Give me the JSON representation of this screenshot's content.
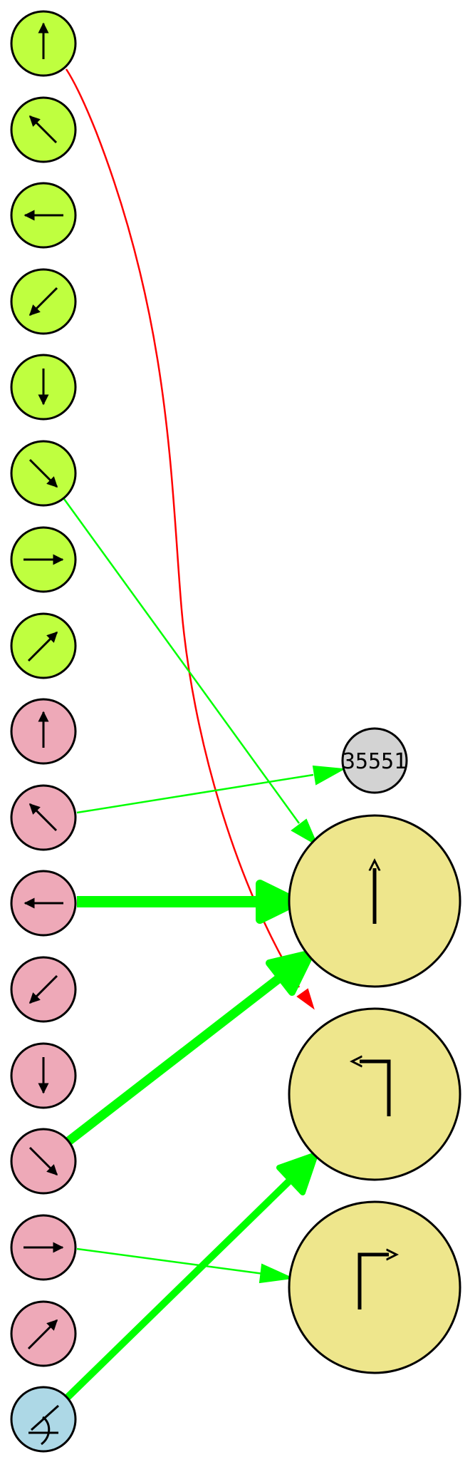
{
  "colors": {
    "green_node": "#bfff3f",
    "pink_node": "#eea9b8",
    "blue_node": "#add8e6",
    "gray_node": "#d3d3d3",
    "yellow_node": "#eee68c",
    "edge_green": "#00ff00",
    "edge_red": "#ff0000",
    "stroke": "#000000"
  },
  "nodes": {
    "gray_label": "35551"
  },
  "icons": {
    "green_column": [
      "arrow-up",
      "arrow-up-left",
      "arrow-left",
      "arrow-down-left",
      "arrow-down",
      "arrow-down-right",
      "arrow-right",
      "arrow-up-right"
    ],
    "pink_column": [
      "arrow-up",
      "arrow-up-left",
      "arrow-left",
      "arrow-down-left",
      "arrow-down",
      "arrow-down-right",
      "arrow-right",
      "arrow-up-right"
    ],
    "blue_node": "u-turn-icon",
    "yellow_nodes": [
      "arrow-up",
      "turn-left",
      "turn-right"
    ]
  }
}
